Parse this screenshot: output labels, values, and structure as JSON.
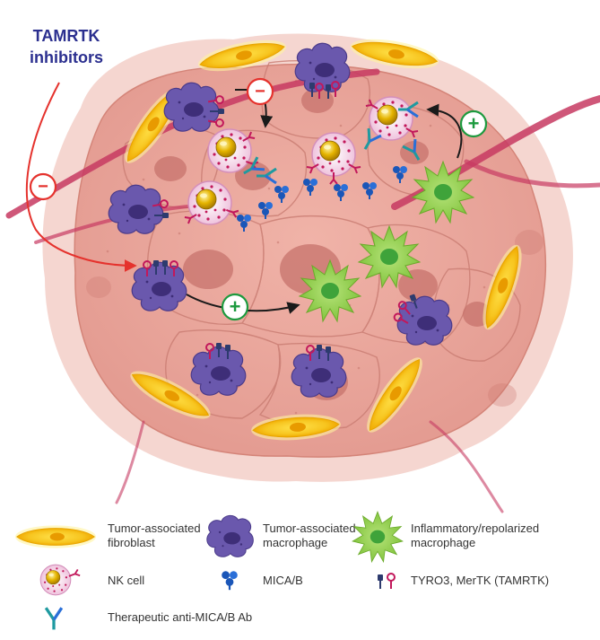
{
  "title": {
    "line1": "TAMRTK",
    "line2": "inhibitors"
  },
  "colors": {
    "title": "#2b2f8f",
    "inhibit": "#e5322d",
    "activate": "#1c9a3e",
    "vessel": "#c73a62",
    "tumor_cell": "#e7a39a",
    "nucleus": "#c7736c",
    "fibroblast": "#f7c51f",
    "macrophage": "#5b4a9c",
    "inflammatory": "#8ccc3e",
    "nk_cell": "#f1c8e0",
    "mica": "#1a56b8",
    "tyro3": "#2d3b6e",
    "mertk": "#c2185b",
    "antibody": "#1f9aa0"
  },
  "annotations": {
    "minus": "−",
    "plus": "+"
  },
  "legend": {
    "fibroblast_line1": "Tumor-associated",
    "fibroblast_line2": "fibroblast",
    "macrophage_line1": "Tumor-associated",
    "macrophage_line2": "macrophage",
    "inflammatory_line1": "Inflammatory/repolarized",
    "inflammatory_line2": "macrophage",
    "nk": "NK cell",
    "mica": "MICA/B",
    "tamrtk": "TYRO3, MerTK (TAMRTK)",
    "antibody": "Therapeutic anti-MICA/B Ab"
  }
}
